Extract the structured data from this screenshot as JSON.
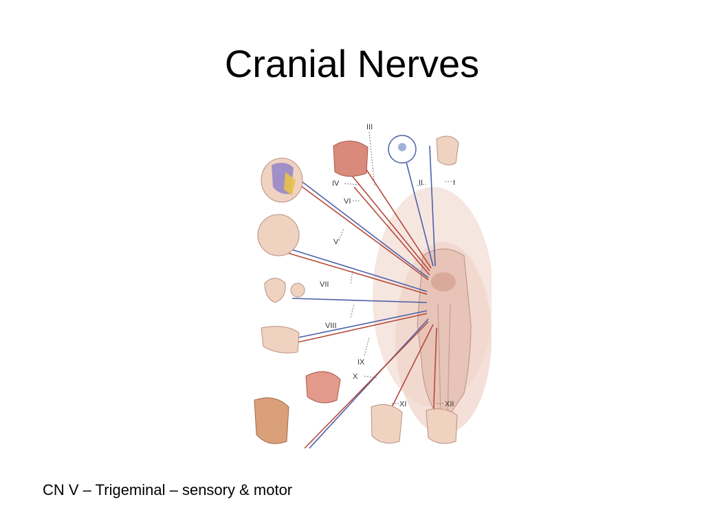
{
  "slide": {
    "title": "Cranial Nerves",
    "caption": "CN V – Trigeminal – sensory & motor"
  },
  "diagram": {
    "nerve_labels": [
      "I",
      "II",
      "III",
      "IV",
      "V",
      "VI",
      "VII",
      "VIII",
      "IX",
      "X",
      "XI",
      "XII"
    ],
    "colors": {
      "sensory": "#4a5fa8",
      "motor": "#b5483a",
      "brainstem": "#e8c4b8",
      "skin": "#f0d2c0"
    }
  }
}
